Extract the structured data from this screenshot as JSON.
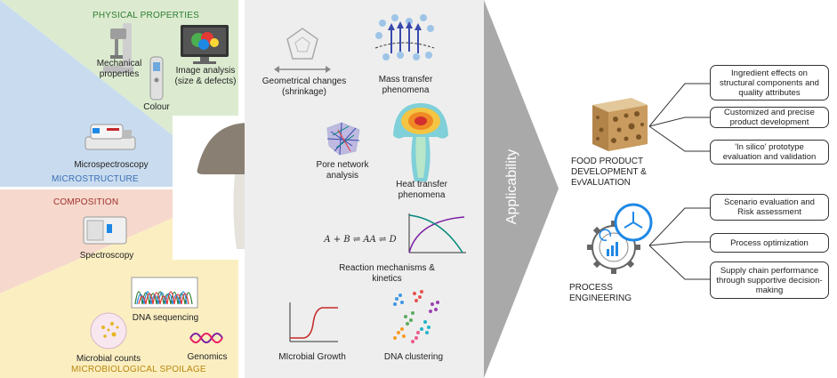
{
  "left_panel": {
    "physical_properties": {
      "title": "PHYSICAL PROPERTIES",
      "mechanical": "Mechanical properties",
      "image_analysis": "Image analysis (size & defects)",
      "colour": "Colour",
      "color": "#2e7d32"
    },
    "microstructure": {
      "microspectroscopy": "Microspectroscopy",
      "title": "MICROSTRUCTURE",
      "color": "#3a6fb5"
    },
    "composition": {
      "title": "COMPOSITION",
      "spectroscopy": "Spectroscopy",
      "color": "#a03030"
    },
    "microbiological": {
      "dna_sequencing": "DNA sequencing",
      "genomics": "Genomics",
      "microbial_counts": "Microbial counts",
      "title": "MICROBIOLOGICAL SPOILAGE",
      "color": "#b8860b"
    }
  },
  "middle_panel": {
    "geometrical": "Geometrical changes (shrinkage)",
    "mass_transfer": "Mass transfer phenomena",
    "pore_network": "Pore network analysis",
    "heat_transfer": "Heat transfer phenomena",
    "reaction_formula": "A + B ⇌ AA ⇌ D",
    "reaction": "Reaction mechanisms & kinetics",
    "microbial_growth": "MIcrobial Growth",
    "dna_clustering": "DNA clustering"
  },
  "arrow": {
    "label": "Applicability"
  },
  "right_panel": {
    "food": {
      "title": "FOOD PRODUCT DEVELOPMENT  & EvVALUATION",
      "items": [
        "Ingredient effects on structural components and quality attributes",
        "Customized and precise product development",
        "'In silico' prototype evaluation and validation"
      ]
    },
    "process": {
      "title": "PROCESS ENGINEERING",
      "items": [
        "Scenario evaluation and Risk assessment",
        "Process optimization",
        "Supply chain performance through supportive decision-making"
      ]
    }
  }
}
